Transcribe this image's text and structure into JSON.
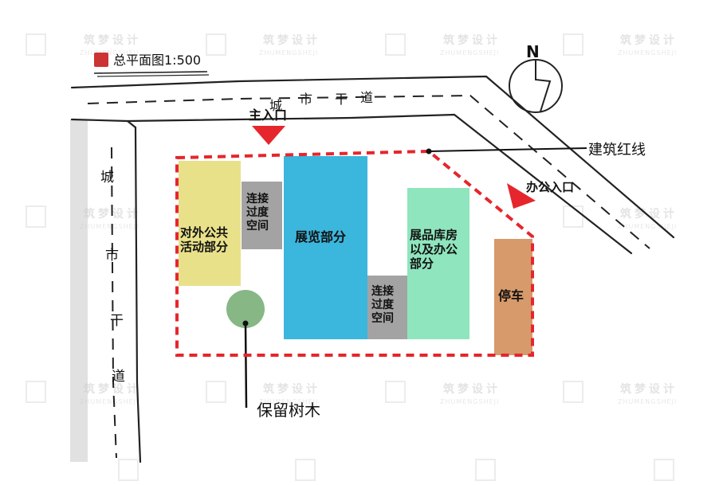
{
  "title": "总平面图1:500",
  "north_label": "N",
  "road_labels": {
    "top": [
      "城",
      "市",
      "干",
      "道"
    ],
    "left": [
      "城",
      "市",
      "干",
      "道"
    ]
  },
  "entrances": {
    "main": "主入口",
    "office": "办公入口"
  },
  "boundary_label": "建筑红线",
  "tree_label": "保留树木",
  "zones": {
    "public": "对外公共\n活动部分",
    "connector_1": "连接\n过度\n空间",
    "exhibition": "展览部分",
    "connector_2": "连接\n过度\n空间",
    "storage_office": "展品库房\n以及办公\n部分",
    "parking": "停车"
  },
  "colors": {
    "public": "#e8e18a",
    "connector": "#a3a3a3",
    "exhibition": "#3bb6dd",
    "storage_office": "#8fe5bd",
    "parking": "#d79a6a",
    "tree": "#86b784",
    "boundary": "#e5262d",
    "arrow": "#e5262d"
  },
  "watermark": {
    "text": "筑梦设计",
    "sub": "ZHUMENGSHEJI"
  }
}
